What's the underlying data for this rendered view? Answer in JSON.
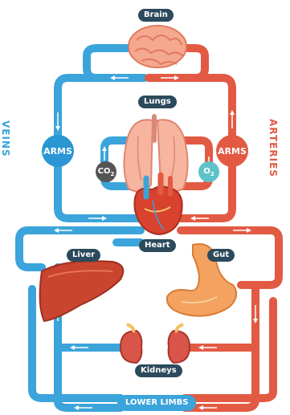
{
  "labels": {
    "brain": "Brain",
    "lungs": "Lungs",
    "heart": "Heart",
    "liver": "Liver",
    "gut": "Gut",
    "kidneys": "Kidneys",
    "lower_limbs": "LOWER LIMBS",
    "arms_left": "ARMS",
    "arms_right": "ARMS",
    "veins": "VEINS",
    "arteries": "ARTERIES",
    "co2": "CO",
    "co2_sub": "2",
    "o2": "O",
    "o2_sub": "2"
  },
  "colors": {
    "vein": "#3ba4db",
    "artery": "#e25a43",
    "label_bg": "#2c4a5c",
    "arms_left_circle": "#2a96d4",
    "arms_right_circle": "#e25a43",
    "co2_circle": "#555555",
    "o2_circle": "#5ec3c9"
  }
}
